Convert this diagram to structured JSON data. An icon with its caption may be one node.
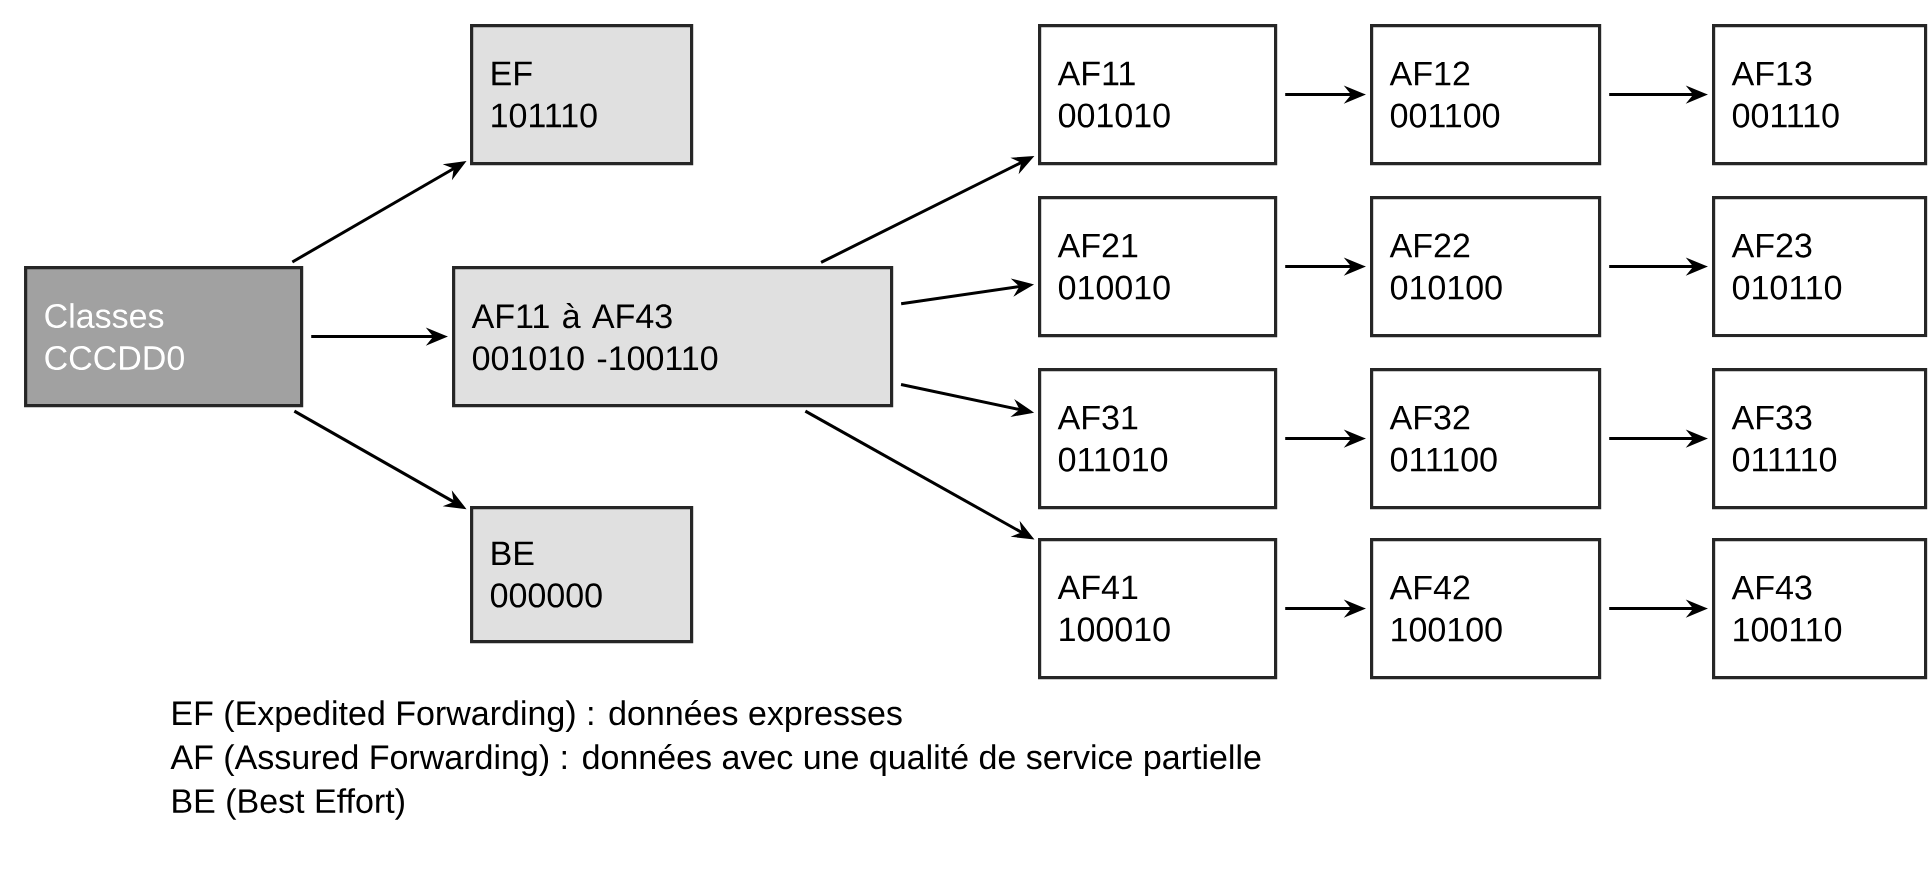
{
  "diagram": {
    "nodes": [
      {
        "text": [
          "Classes",
          "CCCDD0"
        ]
      },
      {
        "text": [
          "EF",
          "101110"
        ]
      },
      {
        "text": [
          "AF11 à AF43",
          "001010 -100110"
        ]
      },
      {
        "text": [
          "BE",
          "000000"
        ]
      },
      {
        "text": [
          "AF11",
          "001010"
        ]
      },
      {
        "text": [
          "AF12",
          "001100"
        ]
      },
      {
        "text": [
          "AF13",
          "001110"
        ]
      },
      {
        "text": [
          "AF21",
          "010010"
        ]
      },
      {
        "text": [
          "AF22",
          "010100"
        ]
      },
      {
        "text": [
          "AF23",
          "010110"
        ]
      },
      {
        "text": [
          "AF31",
          "011010"
        ]
      },
      {
        "text": [
          "AF32",
          "011100"
        ]
      },
      {
        "text": [
          "AF33",
          "011110"
        ]
      },
      {
        "text": [
          "AF41",
          "100010"
        ]
      },
      {
        "text": [
          "AF42",
          "100100"
        ]
      },
      {
        "text": [
          "AF43",
          "100110"
        ]
      }
    ],
    "edges": [
      {
        "from": 0,
        "to": 1,
        "arrow": "to"
      },
      {
        "from": 0,
        "to": 2,
        "arrow": "to"
      },
      {
        "from": 0,
        "to": 3,
        "arrow": "to"
      },
      {
        "from": 2,
        "to": 4,
        "arrow": "to"
      },
      {
        "from": 2,
        "to": 7,
        "arrow": "to"
      },
      {
        "from": 2,
        "to": 10,
        "arrow": "to"
      },
      {
        "from": 2,
        "to": 13,
        "arrow": "to"
      },
      {
        "from": 4,
        "to": 5,
        "arrow": "to"
      },
      {
        "from": 5,
        "to": 6,
        "arrow": "to"
      },
      {
        "from": 7,
        "to": 8,
        "arrow": "to"
      },
      {
        "from": 8,
        "to": 9,
        "arrow": "to"
      },
      {
        "from": 10,
        "to": 11,
        "arrow": "to"
      },
      {
        "from": 11,
        "to": 12,
        "arrow": "to"
      },
      {
        "from": 13,
        "to": 14,
        "arrow": "to"
      },
      {
        "from": 14,
        "to": 15,
        "arrow": "to"
      }
    ],
    "labels": [
      "EF (Expedited Forwarding) : données expresses",
      "AF (Assured Forwarding) : données avec une qualité de service partielle",
      "BE (Best Effort)"
    ]
  }
}
